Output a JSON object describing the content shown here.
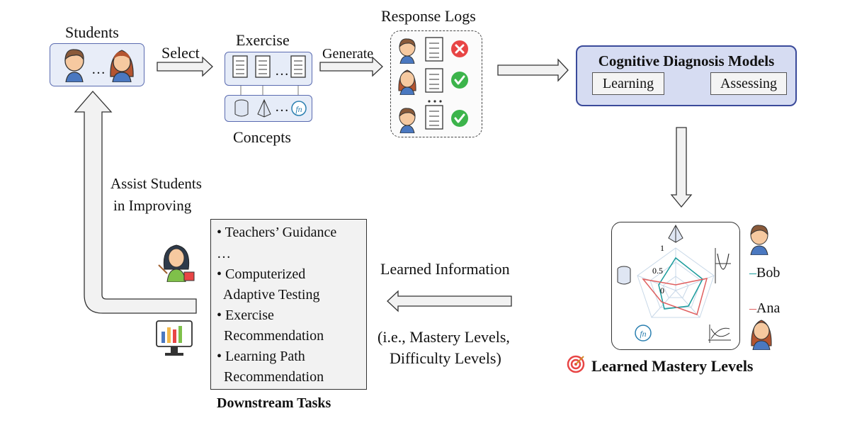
{
  "students": {
    "title": "Students",
    "ellipsis": "…"
  },
  "select_label": "Select",
  "exercise": {
    "title": "Exercise",
    "ellipsis": "…"
  },
  "concepts": {
    "title": "Concepts",
    "ellipsis": "…"
  },
  "generate_label": "Generate",
  "response_logs": {
    "title": "Response Logs",
    "results": [
      "incorrect",
      "correct",
      "correct"
    ]
  },
  "cdm": {
    "title": "Cognitive Diagnosis Models",
    "learning": "Learning",
    "assessing": "Assessing"
  },
  "mastery": {
    "title": "Learned Mastery Levels",
    "ticks": [
      "1",
      "0.5",
      "0"
    ],
    "legend": [
      {
        "name": "Bob",
        "color": "#1a9c9c"
      },
      {
        "name": "Ana",
        "color": "#e06060"
      }
    ]
  },
  "learned_info": {
    "label": "Learned Information",
    "detail_line1": "(i.e., Mastery Levels,",
    "detail_line2": "Difficulty Levels)"
  },
  "tasks": {
    "title": "Downstream Tasks",
    "lines": [
      "• Teachers’ Guidance",
      "…",
      "• Computerized",
      "  Adaptive Testing",
      "• Exercise",
      "  Recommendation",
      "• Learning Path",
      "  Recommendation"
    ]
  },
  "assist": {
    "line1": "Assist Students",
    "line2": "in Improving"
  },
  "colors": {
    "box_blue": "#e6ecf8",
    "cdm_blue": "#d6dcf2",
    "border_blue": "#3a4a9a",
    "correct": "#3cb44b",
    "wrong": "#e84545"
  }
}
